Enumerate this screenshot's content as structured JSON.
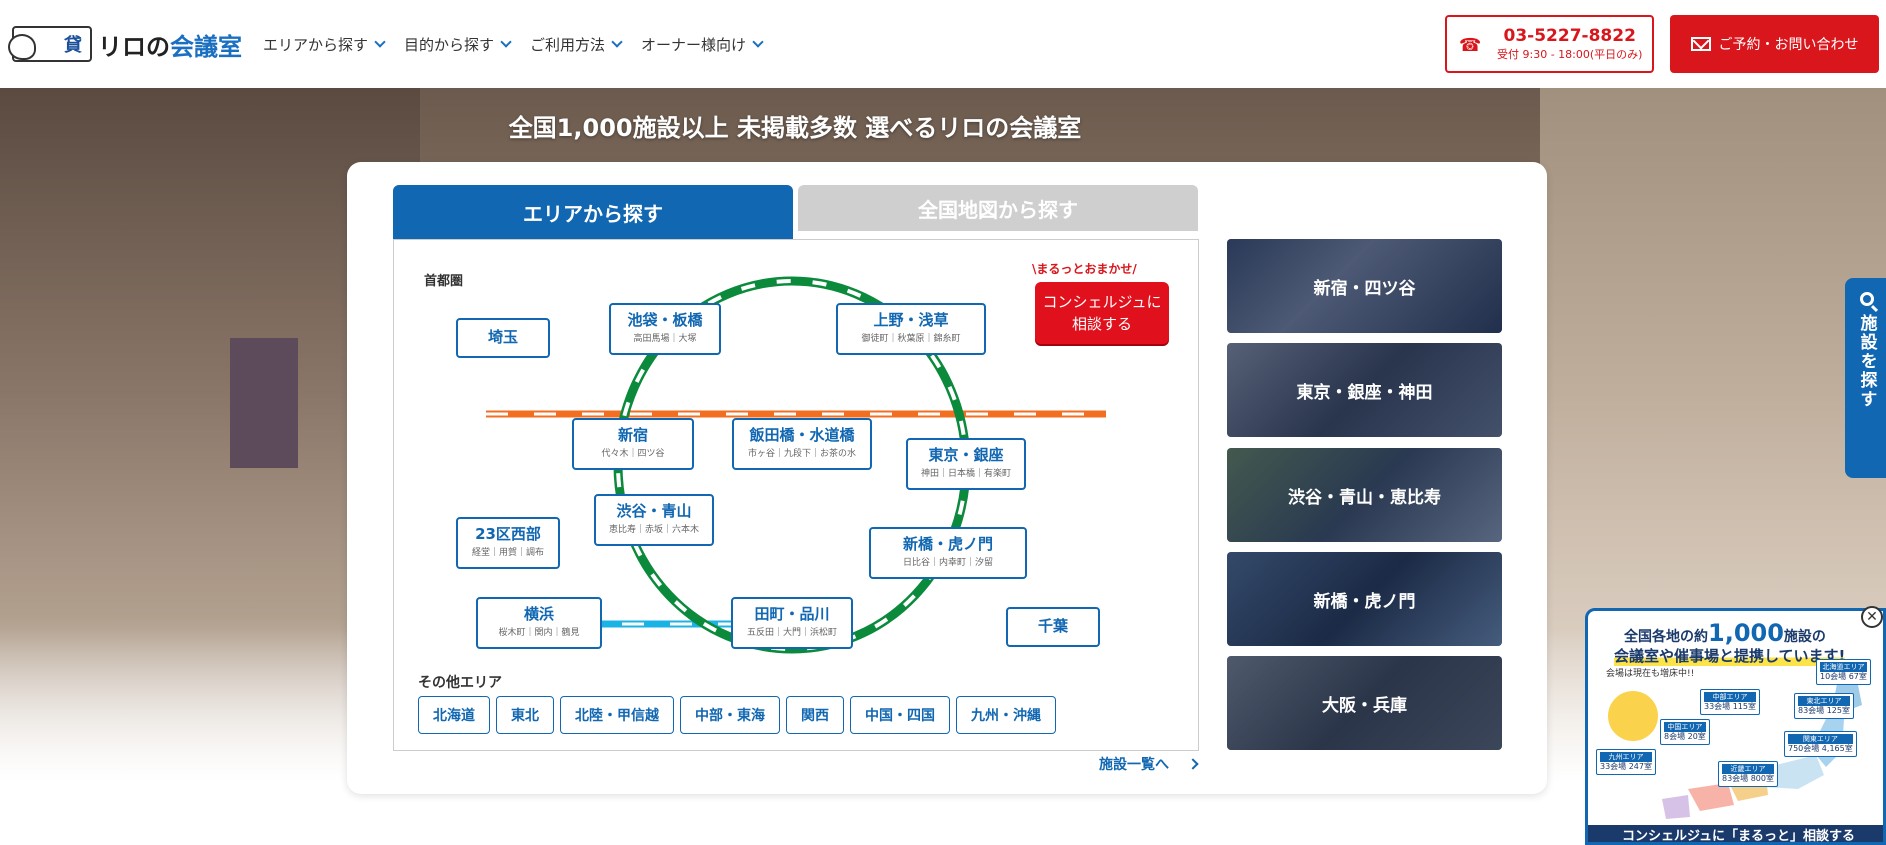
{
  "header": {
    "logo_mark": "貸",
    "logo_text_prefix": "リロの",
    "logo_text_accent": "会議室",
    "nav": [
      "エリアから探す",
      "目的から探す",
      "ご利用方法",
      "オーナー様向け"
    ],
    "phone_number": "03-5227-8822",
    "phone_hours": "受付 9:30 - 18:00(平日のみ)",
    "contact_label": "ご予約・お問い合わせ"
  },
  "hero": {
    "title": "全国1,000施設以上 未掲載多数 選べるリロの会議室"
  },
  "tabs": {
    "area": "エリアから探す",
    "map": "全国地図から探す"
  },
  "map": {
    "region_title": "首都圏",
    "concierge_lead": "\\まるっとおまかせ/",
    "concierge_button": "コンシェルジュに相談する",
    "stations": [
      {
        "name": "埼玉",
        "sub": ""
      },
      {
        "name": "池袋・板橋",
        "sub": "高田馬場｜大塚"
      },
      {
        "name": "上野・浅草",
        "sub": "御徒町｜秋葉原｜錦糸町"
      },
      {
        "name": "新宿",
        "sub": "代々木｜四ツ谷"
      },
      {
        "name": "飯田橋・水道橋",
        "sub": "市ヶ谷｜九段下｜お茶の水"
      },
      {
        "name": "東京・銀座",
        "sub": "神田｜日本橋｜有楽町"
      },
      {
        "name": "渋谷・青山",
        "sub": "恵比寿｜赤坂｜六本木"
      },
      {
        "name": "23区西部",
        "sub": "経堂｜用賀｜調布"
      },
      {
        "name": "新橋・虎ノ門",
        "sub": "日比谷｜内幸町｜汐留"
      },
      {
        "name": "横浜",
        "sub": "桜木町｜関内｜鶴見"
      },
      {
        "name": "田町・品川",
        "sub": "五反田｜大門｜浜松町"
      },
      {
        "name": "千葉",
        "sub": ""
      }
    ],
    "other_title": "その他エリア",
    "other_areas": [
      "北海道",
      "東北",
      "北陸・甲信越",
      "中部・東海",
      "関西",
      "中国・四国",
      "九州・沖縄"
    ],
    "facility_link": "施設一覧へ"
  },
  "area_cards": [
    "新宿・四ツ谷",
    "東京・銀座・神田",
    "渋谷・青山・恵比寿",
    "新橋・虎ノ門",
    "大阪・兵庫"
  ],
  "side_tab": "施設を探す",
  "promo": {
    "line1_prefix": "全国各地の約",
    "line1_big": "1,000",
    "line1_suffix": "施設の",
    "line2": "会議室や催事場と提携しています!",
    "note": "会場は現在も増床中!!",
    "badges": [
      {
        "area": "北海道エリア",
        "count": "10会場 67室"
      },
      {
        "area": "中部エリア",
        "count": "33会場 115室"
      },
      {
        "area": "東北エリア",
        "count": "83会場 125室"
      },
      {
        "area": "中国エリア",
        "count": "8会場 20室"
      },
      {
        "area": "関東エリア",
        "count": "750会場 4,165室"
      },
      {
        "area": "九州エリア",
        "count": "33会場 247室"
      },
      {
        "area": "近畿エリア",
        "count": "83会場 800室"
      }
    ],
    "bottom": "コンシェルジュに「まるっと」相談する"
  },
  "colors": {
    "brand_blue": "#1167b1",
    "brand_red": "#d9161c"
  }
}
